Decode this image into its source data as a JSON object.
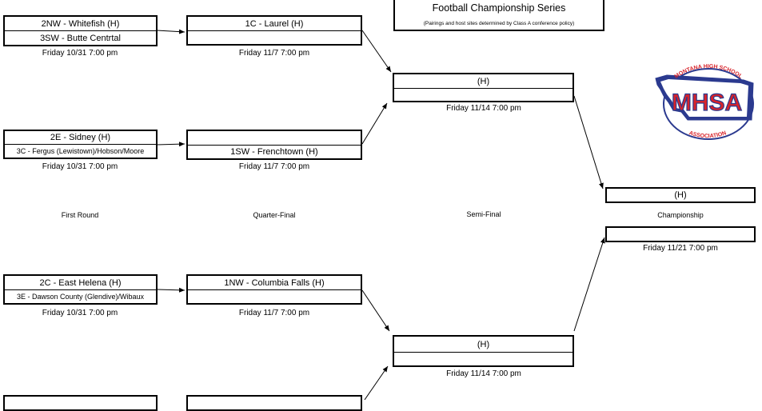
{
  "header": {
    "title": "Football Championship Series",
    "subtitle": "(Pairings and host sites determined by Class A conference policy)"
  },
  "rounds": {
    "first": "First Round",
    "quarter": "Quarter-Final",
    "semi": "Semi-Final",
    "championship": "Championship"
  },
  "first_round": [
    {
      "top": "2NW - Whitefish (H)",
      "bottom": "3SW - Butte Centrtal",
      "date": "Friday 10/31 7:00 pm"
    },
    {
      "top": "2E - Sidney (H)",
      "bottom": "3C - Fergus (Lewistown)/Hobson/Moore",
      "date": "Friday 10/31 7:00 pm"
    },
    {
      "top": "2C - East Helena (H)",
      "bottom": "3E - Dawson County (Glendive)/Wibaux",
      "date": "Friday 10/31 7:00 pm"
    },
    {
      "top": "",
      "bottom": "",
      "date": ""
    }
  ],
  "quarter_finals": [
    {
      "top": "1C - Laurel (H)",
      "bottom": "",
      "date": "Friday 11/7  7:00 pm"
    },
    {
      "top": "",
      "bottom": "1SW - Frenchtown (H)",
      "date": "Friday 11/7  7:00 pm"
    },
    {
      "top": "1NW - Columbia Falls (H)",
      "bottom": "",
      "date": "Friday 11/7  7:00 pm"
    },
    {
      "top": "",
      "bottom": "",
      "date": ""
    }
  ],
  "semi_finals": [
    {
      "top": "(H)",
      "bottom": "",
      "date": "Friday 11/14  7:00 pm"
    },
    {
      "top": "(H)",
      "bottom": "",
      "date": "Friday 11/14 7:00 pm"
    }
  ],
  "championship": {
    "top": "(H)",
    "bottom": "",
    "date": "Friday 11/21  7:00 pm"
  },
  "logo": {
    "text": "MHSA",
    "ring_top": "MONTANA HIGH SCHOOL",
    "ring_bottom": "ASSOCIATION",
    "colors": {
      "blue": "#2b3a8f",
      "red": "#d8232a"
    }
  }
}
